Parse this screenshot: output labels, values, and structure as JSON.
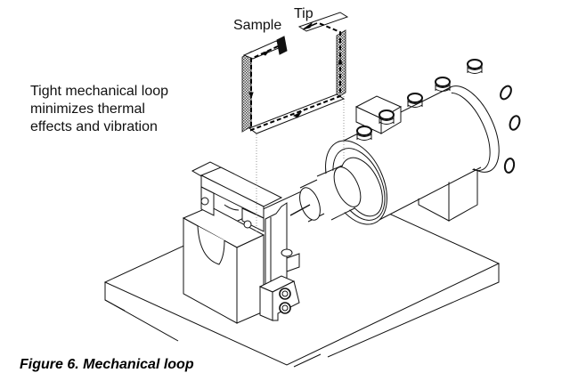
{
  "figure": {
    "caption": "Figure 6. Mechanical loop",
    "labels": {
      "tip": "Tip",
      "sample": "Sample"
    },
    "annotation": [
      "Tight mechanical loop",
      "minimizes thermal",
      "effects and vibration"
    ],
    "components": [
      "loop-diagram",
      "sample-holder-block",
      "sample-clamp",
      "tip-holder",
      "scanner-tube-housing",
      "housing-support-block",
      "adjustment-screws",
      "base-plate"
    ],
    "colors": {
      "ink": "#111111",
      "background": "#ffffff",
      "hatch": "#555555"
    }
  }
}
